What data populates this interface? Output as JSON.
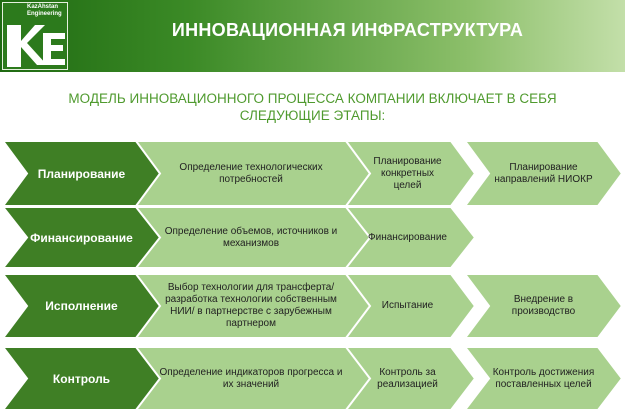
{
  "header": {
    "logo_text": "KazAhstan Engineering",
    "title": "ИННОВАЦИОННАЯ ИНФРАСТРУКТУРА"
  },
  "subtitle": {
    "line1": "МОДЕЛЬ ИННОВАЦИОННОГО ПРОЦЕССА КОМПАНИИ ВКЛЮЧАЕТ В СЕБЯ",
    "line2": "СЛЕДУЮЩИЕ ЭТАПЫ:"
  },
  "colors": {
    "dark": "#3f7f25",
    "light": "#a9d18e",
    "title": "#4f9a2e"
  },
  "rows": [
    {
      "stage": "Планирование",
      "steps": [
        "Определение технологических потребностей",
        "Планирование конкретных целей",
        "Планирование направлений НИОКР"
      ]
    },
    {
      "stage": "Финансирование",
      "steps": [
        "Определение объемов, источников и механизмов",
        "Финансирование"
      ]
    },
    {
      "stage": "Исполнение",
      "steps": [
        "Выбор технологии для трансферта/ разработка технологии собственным НИИ/ в партнерстве с зарубежным партнером",
        "Испытание",
        "Внедрение в производство"
      ]
    },
    {
      "stage": "Контроль",
      "steps": [
        "Определение индикаторов прогресса и их значений",
        "Контроль за реализацией",
        "Контроль достижения поставленных целей"
      ]
    }
  ]
}
